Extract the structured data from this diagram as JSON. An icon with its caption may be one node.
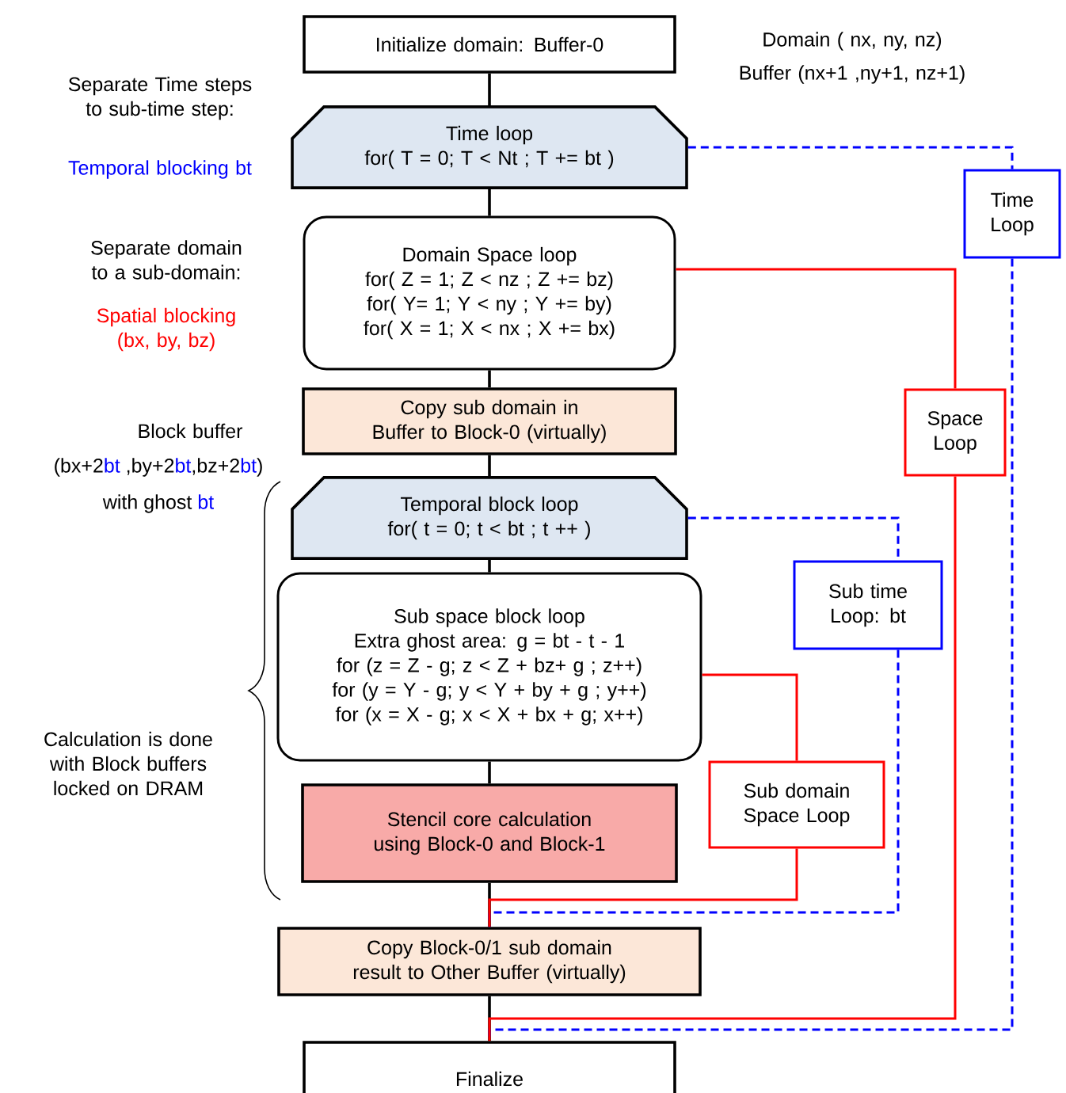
{
  "diagram": {
    "nodes": [
      {
        "text": [
          "Initialize domain: Buffer-0"
        ]
      },
      {
        "text": [
          "Time loop",
          "for( T = 0; T < Nt ; T += bt )"
        ]
      },
      {
        "text": [
          "Domain Space loop",
          "for( Z = 1; Z < nz ; Z += bz)",
          "for( Y= 1; Y < ny ; Y += by)",
          "for( X = 1; X < nx ; X += bx)"
        ]
      },
      {
        "text": [
          "Copy sub domain in Buffer to Block-0 (virtually)"
        ]
      },
      {
        "text": [
          "Temporal block loop",
          "for( t = 0; t < bt ; t ++ )"
        ]
      },
      {
        "text": [
          "Sub space block loop",
          "Extra ghost area: g = bt - t - 1",
          "for (z = Z - g; z < Z + bz+ g ; z++)",
          "for (y = Y - g; y < Y + by + g ; y++)",
          "for (x = X - g; x < X + bx + g; x++)"
        ]
      },
      {
        "text": [
          "Stencil core calculation using Block-0 and Block-1"
        ]
      },
      {
        "text": [
          "Copy Block-0/1 sub domain result to Other Buffer (virtually)"
        ]
      },
      {
        "text": [
          "Finalize"
        ]
      },
      {
        "text": [
          "Time Loop"
        ]
      },
      {
        "text": [
          "Space Loop"
        ]
      },
      {
        "text": [
          "Sub time Loop: bt"
        ]
      },
      {
        "text": [
          "Sub domain Space Loop"
        ]
      }
    ],
    "edges": [
      {
        "from": 0,
        "to": 1,
        "arrow": "none"
      },
      {
        "from": 1,
        "to": 2,
        "arrow": "none"
      },
      {
        "from": 2,
        "to": 3,
        "arrow": "none"
      },
      {
        "from": 3,
        "to": 4,
        "arrow": "none"
      },
      {
        "from": 4,
        "to": 5,
        "arrow": "none"
      },
      {
        "from": 5,
        "to": 6,
        "arrow": "none"
      },
      {
        "from": 6,
        "to": 7,
        "arrow": "none"
      },
      {
        "from": 7,
        "to": 8,
        "arrow": "none"
      },
      {
        "from": 1,
        "to": 9,
        "arrow": "none",
        "style": "dashed",
        "color": "#0000ff"
      },
      {
        "from": 9,
        "to": 8,
        "arrow": "none",
        "style": "dashed",
        "color": "#0000ff"
      },
      {
        "from": 2,
        "to": 10,
        "arrow": "none",
        "color": "#ff0000"
      },
      {
        "from": 10,
        "to": 8,
        "arrow": "none",
        "color": "#ff0000"
      },
      {
        "from": 4,
        "to": 11,
        "arrow": "none",
        "style": "dashed",
        "color": "#0000ff"
      },
      {
        "from": 11,
        "to": 7,
        "arrow": "none",
        "style": "dashed",
        "color": "#0000ff"
      },
      {
        "from": 5,
        "to": 12,
        "arrow": "none",
        "color": "#ff0000"
      },
      {
        "from": 12,
        "to": 7,
        "arrow": "none",
        "color": "#ff0000"
      }
    ],
    "labels": [
      "Domain ( nx, ny, nz)",
      "Buffer (nx+1 ,ny+1, nz+1)",
      "Separate Time steps to sub-time step:",
      "Temporal blocking bt",
      "Separate domain to a sub-domain:",
      "Spatial blocking (bx, by, bz)",
      "Block buffer",
      "(bx+2",
      "bt",
      " ,by+2",
      "bt",
      ",bz+2",
      "bt",
      ")",
      "with ghost",
      "bt",
      "Calculation is done with Block buffers locked on DRAM"
    ]
  }
}
